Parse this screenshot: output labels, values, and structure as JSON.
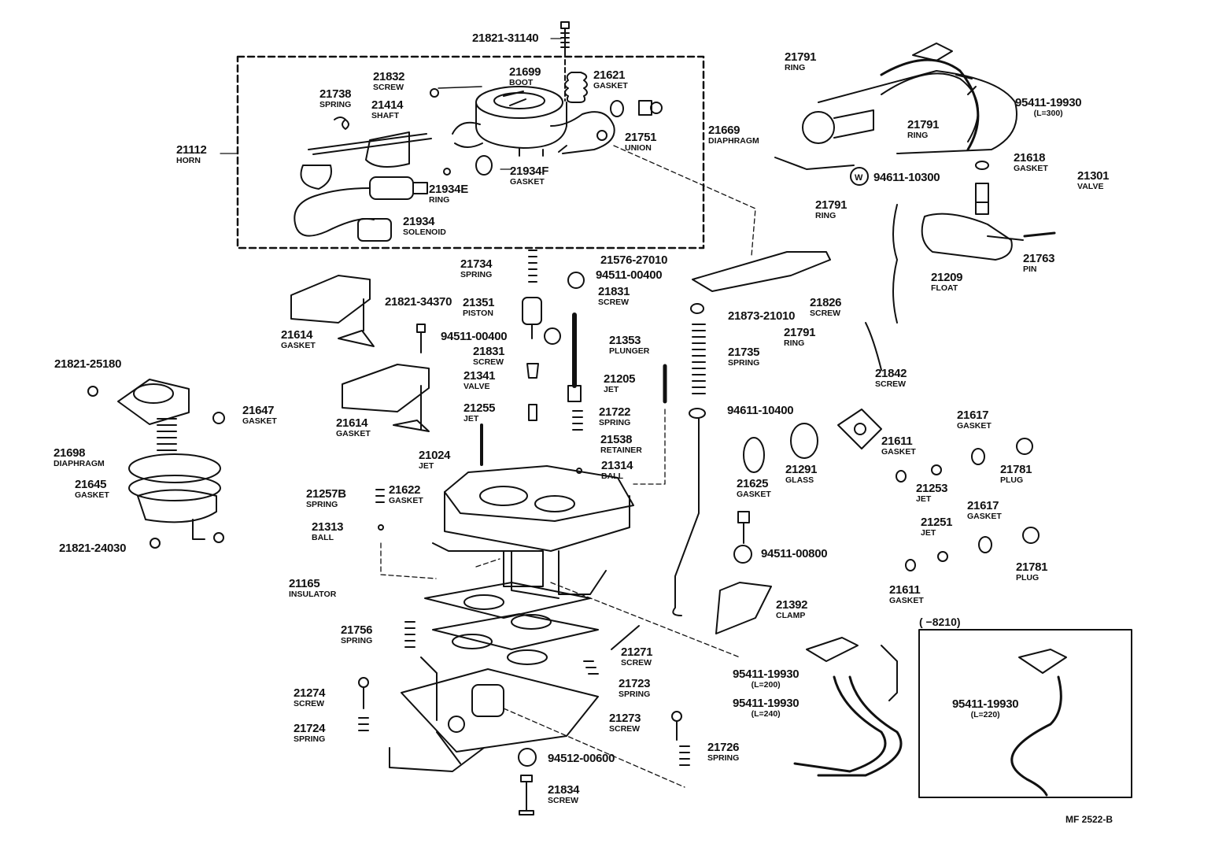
{
  "ref": "MF  2522-B",
  "frame_title": "(        −8210)",
  "parts": [
    {
      "id": "p01",
      "number": "21821-31140",
      "name": ""
    },
    {
      "id": "p02",
      "number": "21699",
      "name": "BOOT"
    },
    {
      "id": "p03",
      "number": "21621",
      "name": "GASKET"
    },
    {
      "id": "p04",
      "number": "21832",
      "name": "SCREW"
    },
    {
      "id": "p05",
      "number": "21738",
      "name": "SPRING"
    },
    {
      "id": "p06",
      "number": "21414",
      "name": "SHAFT"
    },
    {
      "id": "p07",
      "number": "21751",
      "name": "UNION"
    },
    {
      "id": "p08",
      "number": "21112",
      "name": "HORN"
    },
    {
      "id": "p09",
      "number": "21934F",
      "name": "GASKET"
    },
    {
      "id": "p10",
      "number": "21934E",
      "name": "RING"
    },
    {
      "id": "p11",
      "number": "21934",
      "name": "SOLENOID"
    },
    {
      "id": "p12",
      "number": "21791",
      "name": "RING"
    },
    {
      "id": "p13",
      "number": "95411-19930",
      "name": "(L=300)"
    },
    {
      "id": "p14",
      "number": "21669",
      "name": "DIAPHRAGM"
    },
    {
      "id": "p15",
      "number": "21791",
      "name": "RING"
    },
    {
      "id": "p16",
      "number": "21618",
      "name": "GASKET"
    },
    {
      "id": "p17",
      "number": "21301",
      "name": "VALVE"
    },
    {
      "id": "p18",
      "number": "94611-10300",
      "name": ""
    },
    {
      "id": "p19",
      "number": "21791",
      "name": "RING"
    },
    {
      "id": "p20",
      "number": "21763",
      "name": "PIN"
    },
    {
      "id": "p21",
      "number": "21209",
      "name": "FLOAT"
    },
    {
      "id": "p22",
      "number": "21576-27010",
      "name": ""
    },
    {
      "id": "p23",
      "number": "21734",
      "name": "SPRING"
    },
    {
      "id": "p24",
      "number": "94511-00400",
      "name": ""
    },
    {
      "id": "p25",
      "number": "21831",
      "name": "SCREW"
    },
    {
      "id": "p26",
      "number": "21826",
      "name": "SCREW"
    },
    {
      "id": "p27",
      "number": "21351",
      "name": "PISTON"
    },
    {
      "id": "p28",
      "number": "21821-34370",
      "name": ""
    },
    {
      "id": "p29",
      "number": "21873-21010",
      "name": ""
    },
    {
      "id": "p30",
      "number": "94511-00400",
      "name": ""
    },
    {
      "id": "p31",
      "number": "21353",
      "name": "PLUNGER"
    },
    {
      "id": "p32",
      "number": "21614",
      "name": "GASKET"
    },
    {
      "id": "p33",
      "number": "21831",
      "name": "SCREW"
    },
    {
      "id": "p34",
      "number": "21735",
      "name": "SPRING"
    },
    {
      "id": "p35",
      "number": "21791",
      "name": "RING"
    },
    {
      "id": "p36",
      "number": "21842",
      "name": "SCREW"
    },
    {
      "id": "p37",
      "number": "21341",
      "name": "VALVE"
    },
    {
      "id": "p38",
      "number": "21205",
      "name": "JET"
    },
    {
      "id": "p39",
      "number": "21821-25180",
      "name": ""
    },
    {
      "id": "p40",
      "number": "21647",
      "name": "GASKET"
    },
    {
      "id": "p41",
      "number": "21255",
      "name": "JET"
    },
    {
      "id": "p42",
      "number": "21722",
      "name": "SPRING"
    },
    {
      "id": "p43",
      "number": "94611-10400",
      "name": ""
    },
    {
      "id": "p44",
      "number": "21617",
      "name": "GASKET"
    },
    {
      "id": "p45",
      "number": "21614",
      "name": "GASKET"
    },
    {
      "id": "p46",
      "number": "21538",
      "name": "RETAINER"
    },
    {
      "id": "p47",
      "number": "21611",
      "name": "GASKET"
    },
    {
      "id": "p48",
      "number": "21698",
      "name": "DIAPHRAGM"
    },
    {
      "id": "p49",
      "number": "21024",
      "name": "JET"
    },
    {
      "id": "p50",
      "number": "21314",
      "name": "BALL"
    },
    {
      "id": "p51",
      "number": "21291",
      "name": "GLASS"
    },
    {
      "id": "p52",
      "number": "21781",
      "name": "PLUG"
    },
    {
      "id": "p53",
      "number": "21645",
      "name": "GASKET"
    },
    {
      "id": "p54",
      "number": "21625",
      "name": "GASKET"
    },
    {
      "id": "p55",
      "number": "21253",
      "name": "JET"
    },
    {
      "id": "p56",
      "number": "21257B",
      "name": "SPRING"
    },
    {
      "id": "p57",
      "number": "21622",
      "name": "GASKET"
    },
    {
      "id": "p58",
      "number": "21617",
      "name": "GASKET"
    },
    {
      "id": "p59",
      "number": "21313",
      "name": "BALL"
    },
    {
      "id": "p60",
      "number": "21251",
      "name": "JET"
    },
    {
      "id": "p61",
      "number": "21821-24030",
      "name": ""
    },
    {
      "id": "p62",
      "number": "94511-00800",
      "name": ""
    },
    {
      "id": "p63",
      "number": "21781",
      "name": "PLUG"
    },
    {
      "id": "p64",
      "number": "21165",
      "name": "INSULATOR"
    },
    {
      "id": "p65",
      "number": "21611",
      "name": "GASKET"
    },
    {
      "id": "p66",
      "number": "21392",
      "name": "CLAMP"
    },
    {
      "id": "p67",
      "number": "21756",
      "name": "SPRING"
    },
    {
      "id": "p68",
      "number": "21271",
      "name": "SCREW"
    },
    {
      "id": "p69",
      "number": "21723",
      "name": "SPRING"
    },
    {
      "id": "p70",
      "number": "95411-19930",
      "name": "(L=200)"
    },
    {
      "id": "p71",
      "number": "21274",
      "name": "SCREW"
    },
    {
      "id": "p72",
      "number": "95411-19930",
      "name": "(L=240)"
    },
    {
      "id": "p73",
      "number": "95411-19930",
      "name": "(L=220)"
    },
    {
      "id": "p74",
      "number": "21724",
      "name": "SPRING"
    },
    {
      "id": "p75",
      "number": "21273",
      "name": "SCREW"
    },
    {
      "id": "p76",
      "number": "21726",
      "name": "SPRING"
    },
    {
      "id": "p77",
      "number": "94512-00600",
      "name": ""
    },
    {
      "id": "p78",
      "number": "21834",
      "name": "SCREW"
    }
  ]
}
